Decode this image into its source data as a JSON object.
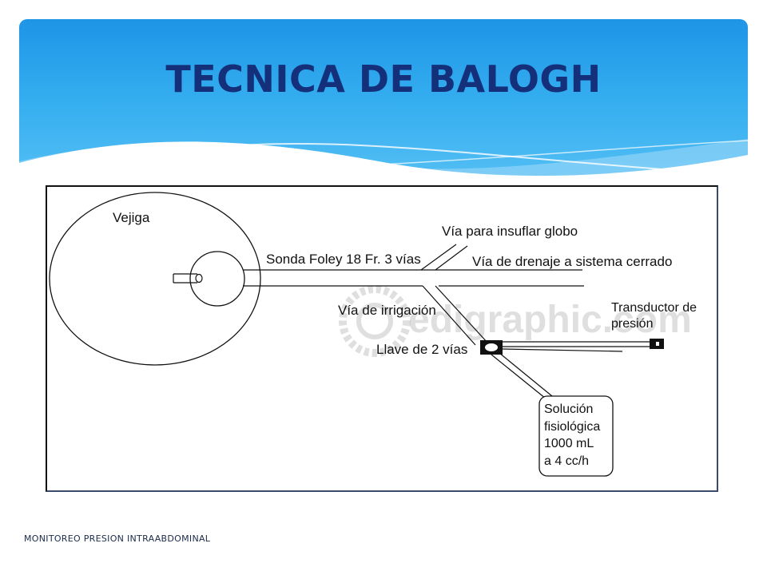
{
  "slide": {
    "title": "TECNICA DE BALOGH",
    "footer": "MONITOREO PRESION INTRAABDOMINAL"
  },
  "diagram": {
    "labels": {
      "bladder": "Vejiga",
      "catheter": "Sonda Foley 18 Fr. 3 vías",
      "balloon_port": "Vía para insuflar globo",
      "drainage_port": "Vía de drenaje a sistema cerrado",
      "irrigation_port": "Vía de irrigación",
      "stopcock": "Llave de 2 vías",
      "transducer_line1": "Transductor de",
      "transducer_line2": "presión",
      "solution_line1": "Solución",
      "solution_line2": "fisiológica",
      "solution_line3": "1000 mL",
      "solution_line4": "a 4 cc/h"
    },
    "watermark": "edigraphic.com"
  },
  "colors": {
    "title": "#14307a",
    "header_blue": "#35aef0"
  }
}
